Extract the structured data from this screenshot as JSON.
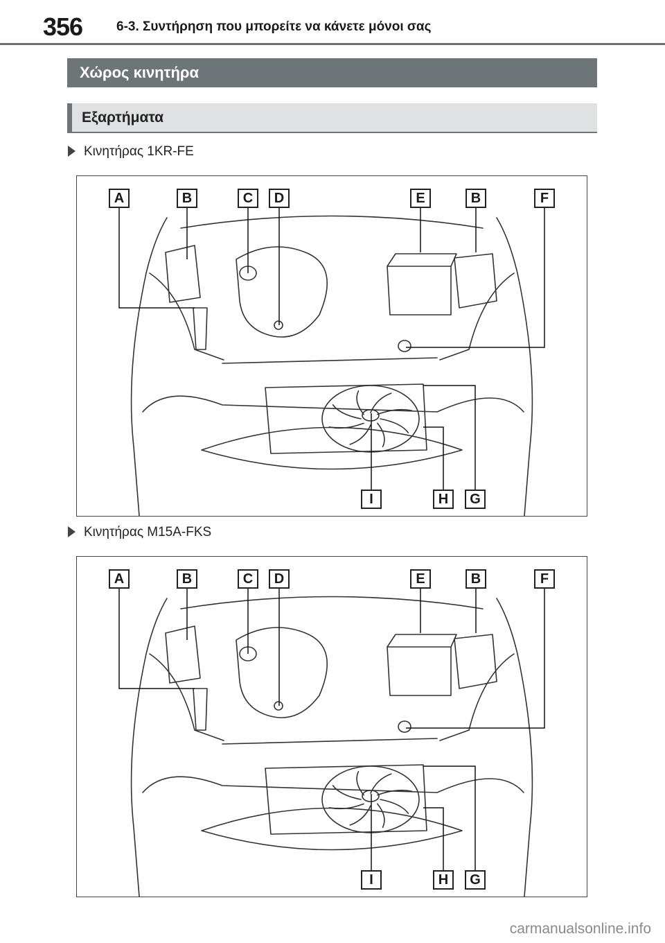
{
  "header": {
    "page_number": "356",
    "chapter_title": "6-3. Συντήρηση που μπορείτε να κάνετε μόνοι σας"
  },
  "section": {
    "title": "Χώρος κινητήρα",
    "subtitle": "Εξαρτήματα"
  },
  "figures": [
    {
      "engine_label": "Κινητήρας 1KR-FE",
      "callouts_top": [
        "A",
        "B",
        "C",
        "D",
        "E",
        "B",
        "F"
      ],
      "callouts_bottom": [
        "I",
        "H",
        "G"
      ]
    },
    {
      "engine_label": "Κινητήρας M15A-FKS",
      "callouts_top": [
        "A",
        "B",
        "C",
        "D",
        "E",
        "B",
        "F"
      ],
      "callouts_bottom": [
        "I",
        "H",
        "G"
      ]
    }
  ],
  "watermark": "carmanualsonline.info"
}
